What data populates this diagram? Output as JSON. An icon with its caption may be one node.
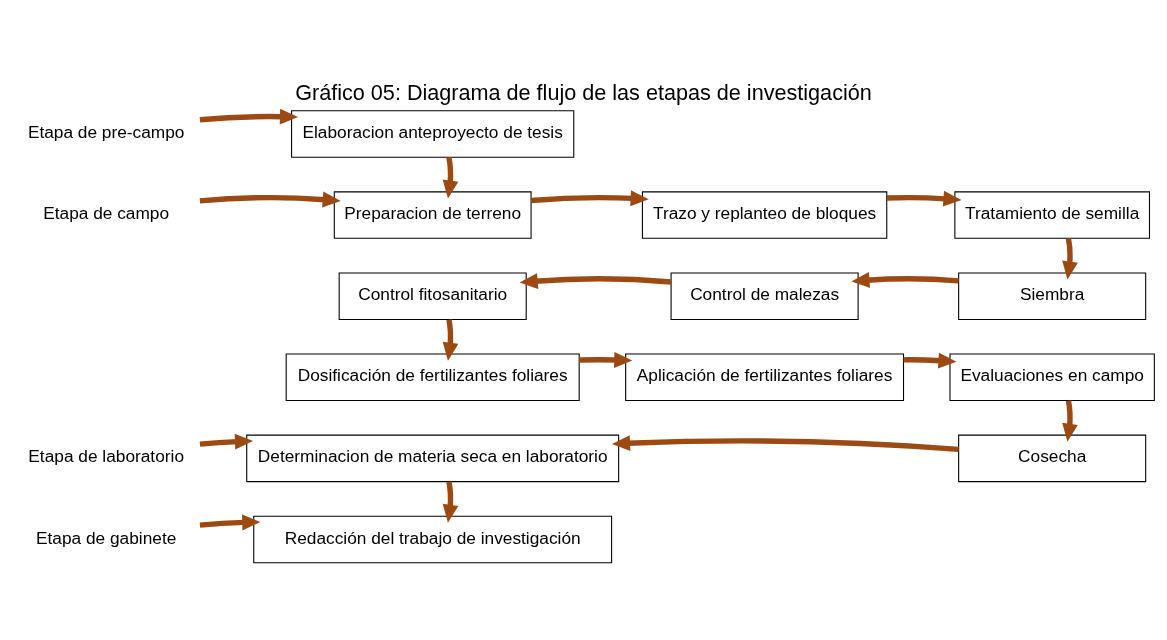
{
  "diagram": {
    "title": "Gráfico 05: Diagrama de flujo de las etapas de investigación",
    "nodes": [
      {
        "text": [
          "Etapa de pre-campo"
        ]
      },
      {
        "text": [
          "Elaboracion anteproyecto de tesis"
        ]
      },
      {
        "text": [
          "Etapa de campo"
        ]
      },
      {
        "text": [
          "Preparacion de terreno"
        ]
      },
      {
        "text": [
          "Trazo y replanteo de bloques"
        ]
      },
      {
        "text": [
          "Tratamiento de semilla"
        ]
      },
      {
        "text": [
          "Control fitosanitario"
        ]
      },
      {
        "text": [
          "Control de malezas"
        ]
      },
      {
        "text": [
          "Siembra"
        ]
      },
      {
        "text": [
          "Dosificación de fertilizantes foliares"
        ]
      },
      {
        "text": [
          "Aplicación de fertilizantes foliares"
        ]
      },
      {
        "text": [
          "Evaluaciones en campo"
        ]
      },
      {
        "text": [
          "Etapa de laboratorio"
        ]
      },
      {
        "text": [
          "Determinacion de materia seca en laboratorio"
        ]
      },
      {
        "text": [
          "Cosecha"
        ]
      },
      {
        "text": [
          "Etapa de gabinete"
        ]
      },
      {
        "text": [
          "Redacción del trabajo de investigación"
        ]
      }
    ],
    "edges": [
      {
        "from": 0,
        "to": 1,
        "arrow": "to"
      },
      {
        "from": 1,
        "to": 3,
        "arrow": "to"
      },
      {
        "from": 2,
        "to": 3,
        "arrow": "to"
      },
      {
        "from": 3,
        "to": 4,
        "arrow": "to"
      },
      {
        "from": 4,
        "to": 5,
        "arrow": "to"
      },
      {
        "from": 5,
        "to": 8,
        "arrow": "to"
      },
      {
        "from": 8,
        "to": 7,
        "arrow": "to"
      },
      {
        "from": 7,
        "to": 6,
        "arrow": "to"
      },
      {
        "from": 6,
        "to": 9,
        "arrow": "to"
      },
      {
        "from": 9,
        "to": 10,
        "arrow": "to"
      },
      {
        "from": 10,
        "to": 11,
        "arrow": "to"
      },
      {
        "from": 11,
        "to": 14,
        "arrow": "to"
      },
      {
        "from": 14,
        "to": 13,
        "arrow": "to"
      },
      {
        "from": 12,
        "to": 13,
        "arrow": "to"
      },
      {
        "from": 13,
        "to": 16,
        "arrow": "to"
      },
      {
        "from": 15,
        "to": 16,
        "arrow": "to"
      }
    ]
  }
}
